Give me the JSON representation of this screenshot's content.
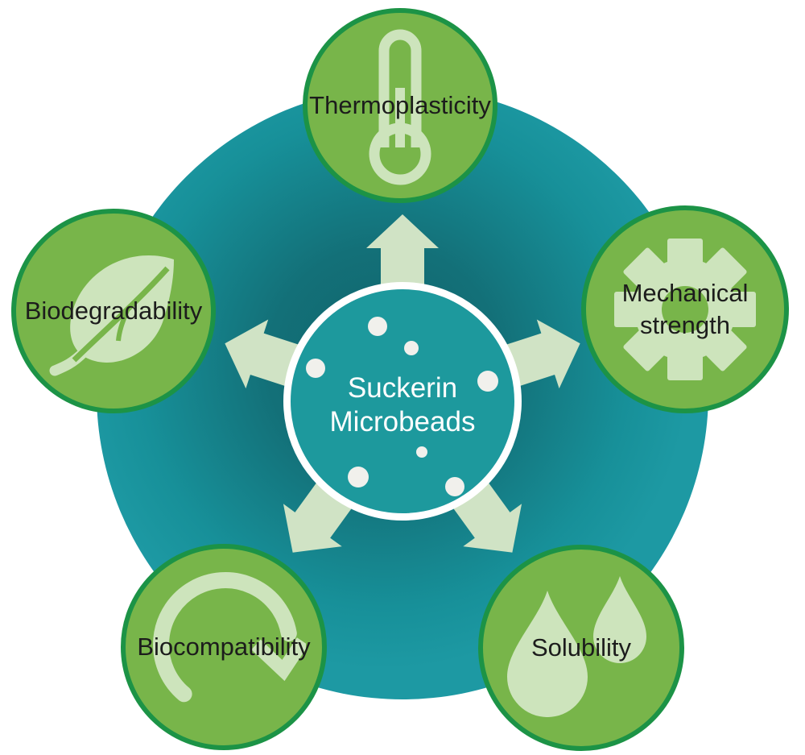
{
  "title": "Suckerin Microbeads properties diagram",
  "hub": {
    "line1": "Suckerin",
    "line2": "Microbeads",
    "bead_dot_count": 7
  },
  "nodes": [
    {
      "id": "thermoplasticity",
      "label": "Thermoplasticity",
      "icon": "thermometer-icon",
      "position": "top"
    },
    {
      "id": "mechanical-strength",
      "label": "Mechanical strength",
      "icon": "gear-icon",
      "position": "right"
    },
    {
      "id": "solubility",
      "label": "Solubility",
      "icon": "water-drops-icon",
      "position": "bottom-right"
    },
    {
      "id": "biocompatibility",
      "label": "Biocompatibility",
      "icon": "circular-arrow-icon",
      "position": "bottom-left"
    },
    {
      "id": "biodegradability",
      "label": "Biodegradability",
      "icon": "leaf-icon",
      "position": "left"
    }
  ],
  "arrows": {
    "count": 5,
    "direction": "outward from hub to each node"
  },
  "colors": {
    "background": "#ffffff",
    "disc_center": "#137078",
    "disc_edge": "#1d99a3",
    "hub_fill": "#1d999d",
    "hub_ring": "#ffffff",
    "bead_dot": "#f1f0ec",
    "node_fill": "#78b54a",
    "node_border": "#1c9346",
    "icon_pale_green": "#cde4bc",
    "arrow_pale_green": "#d0e3c5",
    "label_text": "#1c1c1c",
    "hub_text": "#ffffff"
  }
}
